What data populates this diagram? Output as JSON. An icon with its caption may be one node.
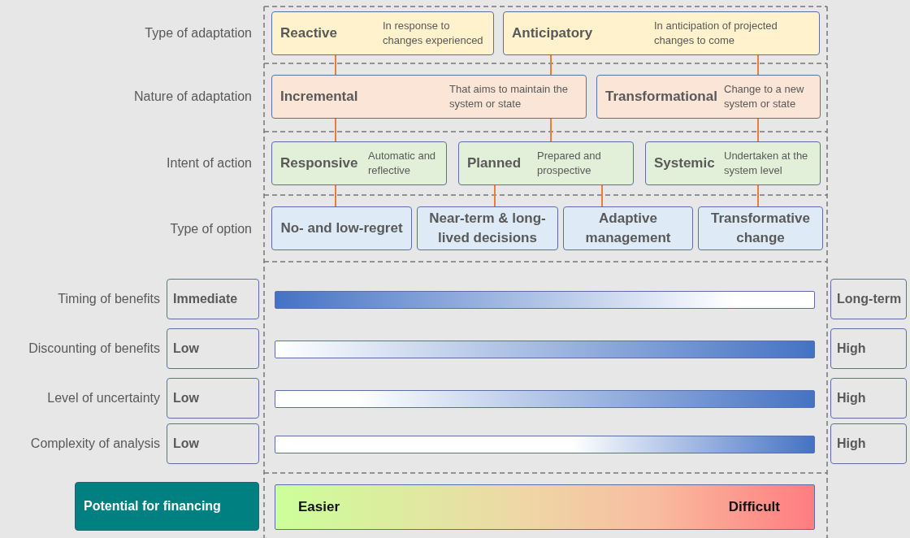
{
  "diagram": {
    "nodes": [
      {
        "text": [
          "Reactive",
          "In response to changes experienced"
        ]
      },
      {
        "text": [
          "Anticipatory",
          "In anticipation of projected changes to come"
        ]
      },
      {
        "text": [
          "Incremental",
          "That aims to maintain the system or state"
        ]
      },
      {
        "text": [
          "Transformational",
          "Change to a new system or state"
        ]
      },
      {
        "text": [
          "Responsive",
          "Automatic and reflective"
        ]
      },
      {
        "text": [
          "Planned",
          "Prepared and prospective"
        ]
      },
      {
        "text": [
          "Systemic",
          "Undertaken at the system level"
        ]
      },
      {
        "text": [
          "No- and low-regret"
        ]
      },
      {
        "text": [
          "Near-term & long-lived decisions"
        ]
      },
      {
        "text": [
          "Adaptive management"
        ]
      },
      {
        "text": [
          "Transformative change"
        ]
      },
      {
        "text": [
          "Immediate"
        ]
      },
      {
        "text": [],
        "shape": "bar"
      },
      {
        "text": [
          "Long-term"
        ]
      },
      {
        "text": [
          "Low"
        ]
      },
      {
        "text": [],
        "shape": "bar"
      },
      {
        "text": [
          "High"
        ]
      },
      {
        "text": [
          "Low"
        ]
      },
      {
        "text": [],
        "shape": "bar"
      },
      {
        "text": [
          "High"
        ]
      },
      {
        "text": [
          "Low"
        ]
      },
      {
        "text": [],
        "shape": "bar"
      },
      {
        "text": [
          "High"
        ]
      },
      {
        "text": [
          "Potential for financing"
        ]
      },
      {
        "text": [
          "Easier",
          "Difficult"
        ]
      }
    ],
    "edges": [
      {
        "from": 0,
        "to": 2,
        "arrow": "none"
      },
      {
        "from": 1,
        "to": 2,
        "arrow": "none"
      },
      {
        "from": 1,
        "to": 3,
        "arrow": "none"
      },
      {
        "from": 2,
        "to": 4,
        "arrow": "none"
      },
      {
        "from": 2,
        "to": 5,
        "arrow": "none"
      },
      {
        "from": 3,
        "to": 6,
        "arrow": "none"
      },
      {
        "from": 4,
        "to": 7,
        "arrow": "none"
      },
      {
        "from": 5,
        "to": 8,
        "arrow": "none"
      },
      {
        "from": 5,
        "to": 9,
        "arrow": "none"
      },
      {
        "from": 6,
        "to": 10,
        "arrow": "none"
      }
    ],
    "labels": [
      "Type of adaptation",
      "Nature of adaptation",
      "Intent of action",
      "Type of option",
      "Timing of benefits",
      "Discounting of benefits",
      "Level of uncertainty",
      "Complexity of analysis"
    ]
  }
}
